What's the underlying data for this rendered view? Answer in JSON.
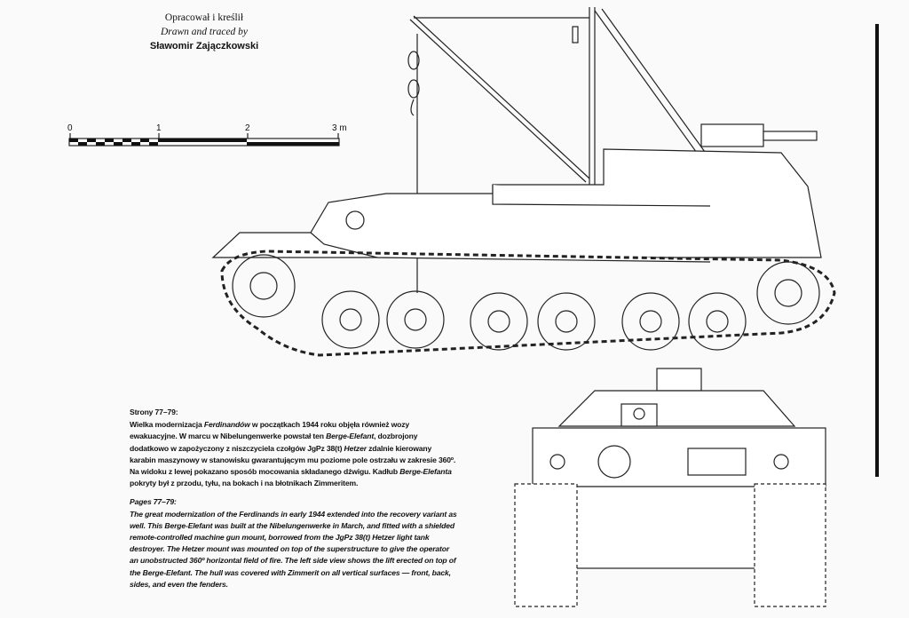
{
  "credit": {
    "line1": "Opracował i kreślił",
    "line2": "Drawn and traced by",
    "author": "Sławomir Zajączkowski"
  },
  "scale": {
    "labels": [
      "0",
      "1",
      "2",
      "3 m"
    ]
  },
  "caption": {
    "heading_pl": "Strony 77–79:",
    "text_pl_1": "Wielka modernizacja ",
    "text_pl_em1": "Ferdinandów",
    "text_pl_2": " w początkach 1944 roku objęła również wozy ewakuacyjne. W marcu w Nibelungenwerke powstał ten ",
    "text_pl_em2": "Berge-Elefant",
    "text_pl_3": ", dozbrojony dodatkowo w zapożyczony z niszczyciela czołgów JgPz 38(t) ",
    "text_pl_em3": "Hetzer",
    "text_pl_4": " zdalnie kierowany karabin maszynowy w stanowisku gwarantującym mu poziome pole ostrzału w zakresie 360º. Na widoku z lewej pokazano sposób mocowania składanego dźwigu. Kadłub ",
    "text_pl_em4": "Berge-Elefanta",
    "text_pl_5": " pokryty był z przodu, tyłu, na bokach i na błotnikach Zimmeritem.",
    "heading_en": "Pages 77–79:",
    "text_en": "The great modernization of the Ferdinands in early 1944 extended into the recovery variant as well. This Berge-Elefant was built at the Nibelungenwerke in March, and fitted with a shielded remote-controlled machine gun mount, borrowed from the JgPz 38(t) Hetzer light tank destroyer. The Hetzer mount was mounted on top of the superstructure to give the operator an unobstructed 360º horizontal field of fire. The left side view shows the lift erected on top of the Berge-Elefant. The hull was covered with Zimmerit on all vertical surfaces — front, back, sides, and even the fenders."
  }
}
